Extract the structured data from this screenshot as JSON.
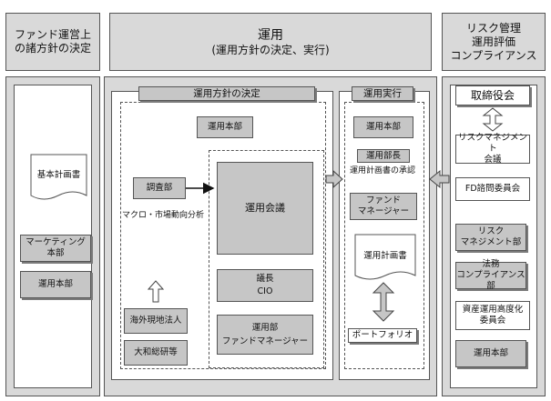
{
  "headers": {
    "left": [
      "ファンド運営上",
      "の諸方針の決定"
    ],
    "center_title": "運用",
    "center_sub": "(運用方針の決定、実行)",
    "right": [
      "リスク管理",
      "運用評価",
      "コンプライアンス"
    ]
  },
  "left_column": {
    "doc": "基本計画書",
    "marketing": [
      "マーケティング",
      "本部"
    ],
    "unyou": "運用本部"
  },
  "policy": {
    "title": "運用方針の決定",
    "unyou_honbu": "運用本部",
    "research": "調査部",
    "macro": "マクロ・市場動向分析",
    "council": "運用会議",
    "chair": [
      "議長",
      "CIO"
    ],
    "ops": [
      "運用部",
      "ファンドマネージャー"
    ],
    "overseas": "海外現地法人",
    "daiwa": "大和総研等"
  },
  "execution": {
    "title": "運用実行",
    "unyou_honbu": "運用本部",
    "bucho": "運用部長",
    "approval": "運用計画書の承認",
    "fm": [
      "ファンド",
      "マネージャー"
    ],
    "plan": "運用計画書",
    "portfolio": "ポートフォリオ"
  },
  "right_column": {
    "board": "取締役会",
    "risk_council": [
      "リスクマネジメント",
      "会議"
    ],
    "fd": "FD諮問委員会",
    "risk_dept": [
      "リスク",
      "マネジメント部"
    ],
    "legal": [
      "法務",
      "コンプライアンス部"
    ],
    "advanced": [
      "資産運用高度化",
      "委員会"
    ],
    "unyou": "運用本部"
  }
}
